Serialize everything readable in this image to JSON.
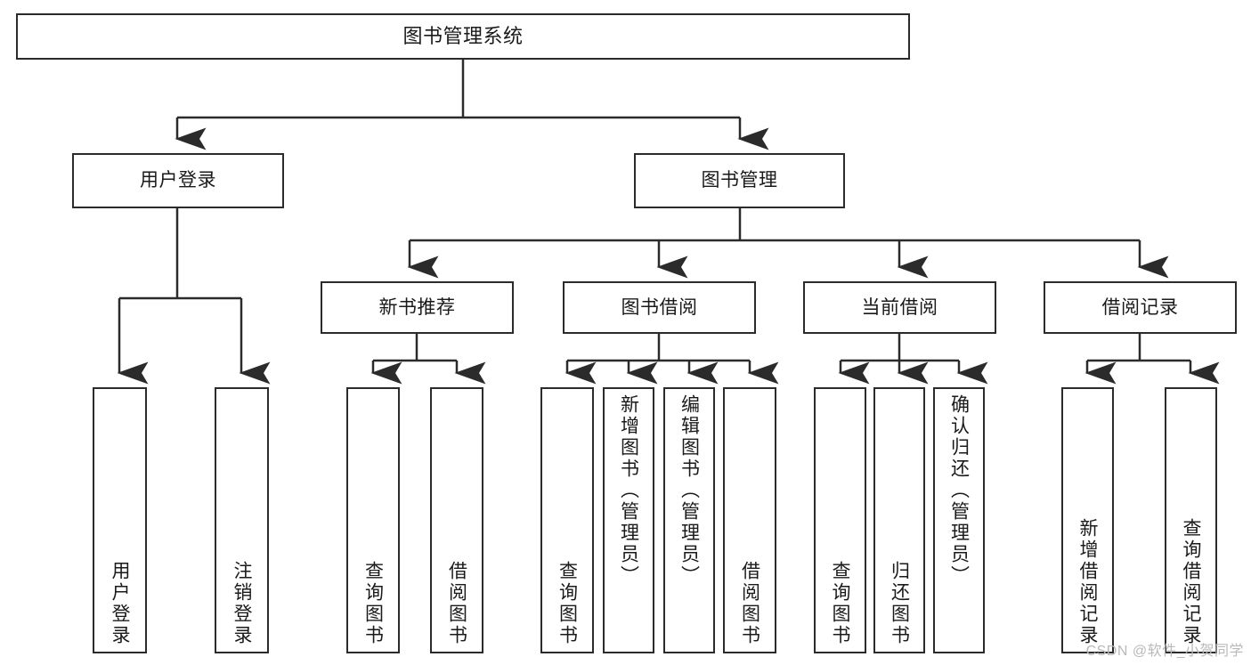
{
  "diagram": {
    "title": "图书管理系统",
    "type": "tree",
    "watermark": "CSDN @软件_小贺同学",
    "colors": {
      "box_border": "#2b2b2b",
      "box_fill": "#ffffff",
      "text": "#1a1a1a",
      "connector": "#2b2b2b",
      "watermark": "#b9b9b9"
    },
    "nodes": {
      "root": {
        "label": "图书管理系统"
      },
      "level2": [
        {
          "label": "用户登录"
        },
        {
          "label": "图书管理"
        }
      ],
      "level3": [
        {
          "label": "新书推荐"
        },
        {
          "label": "图书借阅"
        },
        {
          "label": "当前借阅"
        },
        {
          "label": "借阅记录"
        }
      ],
      "leaves": {
        "user_login": [
          {
            "label": "用户登录"
          },
          {
            "label": "注销登录"
          }
        ],
        "new_book": [
          {
            "label": "查询图书"
          },
          {
            "label": "借阅图书"
          }
        ],
        "borrow": [
          {
            "label": "查询图书"
          },
          {
            "label": "新增图书（管理员）"
          },
          {
            "label": "编辑图书（管理员）"
          },
          {
            "label": "借阅图书"
          }
        ],
        "current": [
          {
            "label": "查询图书"
          },
          {
            "label": "归还图书"
          },
          {
            "label": "确认归还（管理员）"
          }
        ],
        "records": [
          {
            "label": "新增借阅记录"
          },
          {
            "label": "查询借阅记录"
          }
        ]
      }
    }
  }
}
